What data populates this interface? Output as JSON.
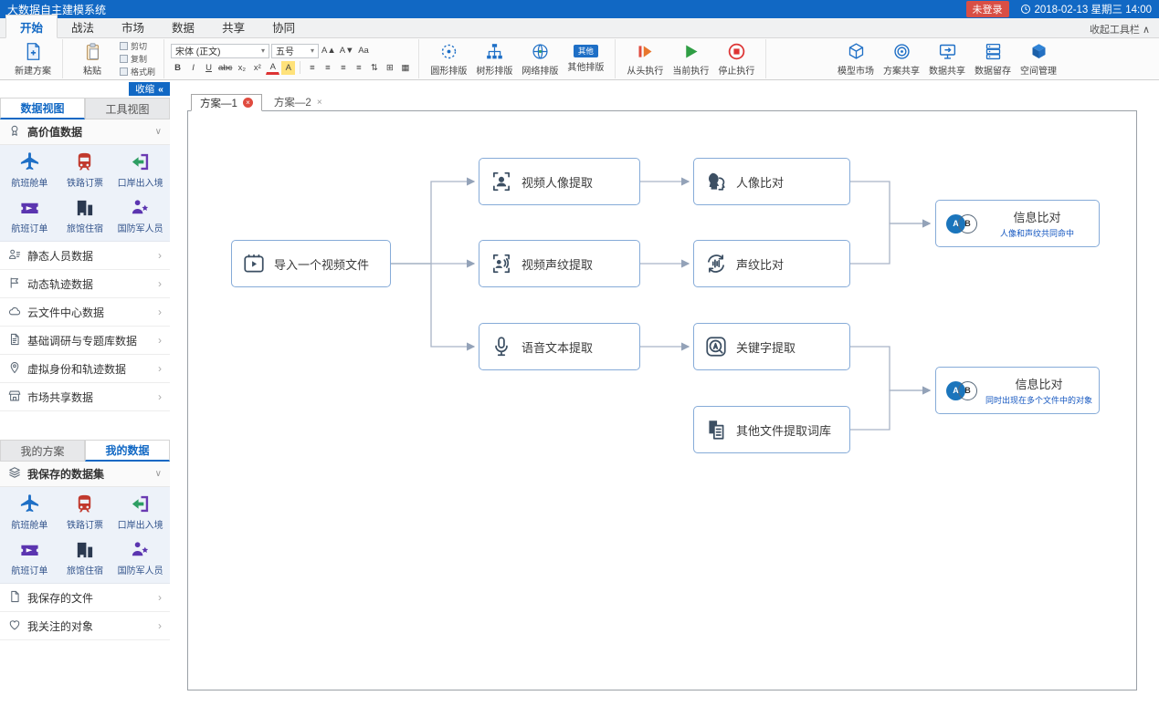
{
  "titlebar": {
    "title": "大数据自主建模系统",
    "login": "未登录",
    "datetime": "2018-02-13 星期三 14:00"
  },
  "ribbon_tabs": {
    "items": [
      "开始",
      "战法",
      "市场",
      "数据",
      "共享",
      "协同"
    ],
    "active": "开始",
    "collapse": "收起工具栏"
  },
  "ribbon": {
    "new_plan": "新建方案",
    "paste": "粘贴",
    "cut": "剪切",
    "copy": "复制",
    "format_painter": "格式刷",
    "font_family": "宋体 (正文)",
    "font_size": "五号",
    "font_row1": [
      "A▲",
      "A▼",
      "Aa"
    ],
    "font_buttons": [
      "B",
      "I",
      "U",
      "abc",
      "x₂",
      "x²",
      "A"
    ],
    "layout": [
      "圆形排版",
      "树形排版",
      "网络排版",
      "其他排版"
    ],
    "other_badge": "其他",
    "exec": [
      "从头执行",
      "当前执行",
      "停止执行"
    ],
    "tools": [
      "模型市场",
      "方案共享",
      "数据共享",
      "数据留存",
      "空间管理"
    ]
  },
  "sidebar": {
    "collapse": "收缩",
    "tabs": [
      "数据视图",
      "工具视图"
    ],
    "sections": {
      "high_value": "高价值数据",
      "saved": "我保存的数据集"
    },
    "items": [
      {
        "label": "航班舱单"
      },
      {
        "label": "铁路订票"
      },
      {
        "label": "口岸出入境"
      },
      {
        "label": "航班订单"
      },
      {
        "label": "旅馆住宿"
      },
      {
        "label": "国防军人员"
      }
    ],
    "collapsed": [
      "静态人员数据",
      "动态轨迹数据",
      "云文件中心数据",
      "基础调研与专题库数据",
      "虚拟身份和轨迹数据",
      "市场共享数据"
    ],
    "bottom_tabs": [
      "我的方案",
      "我的数据"
    ],
    "bottom_rows": [
      "我保存的文件",
      "我关注的对象"
    ]
  },
  "canvas": {
    "tabs": [
      {
        "label": "方案—1"
      },
      {
        "label": "方案—2"
      }
    ],
    "nodes": [
      {
        "label": "导入一个视频文件"
      },
      {
        "label": "视频人像提取"
      },
      {
        "label": "视频声纹提取"
      },
      {
        "label": "语音文本提取"
      },
      {
        "label": "人像比对"
      },
      {
        "label": "声纹比对"
      },
      {
        "label": "关键字提取"
      },
      {
        "label": "其他文件提取词库"
      },
      {
        "label": "信息比对",
        "subtitle": "人像和声纹共同命中"
      },
      {
        "label": "信息比对",
        "subtitle": "同时出现在多个文件中的对象"
      }
    ],
    "venn": {
      "a": "A",
      "b": "B"
    }
  },
  "colors": {
    "accent": "#1168c4",
    "danger": "#e04b3f",
    "node_border": "#86abd8",
    "wire": "#a9b4c6"
  }
}
